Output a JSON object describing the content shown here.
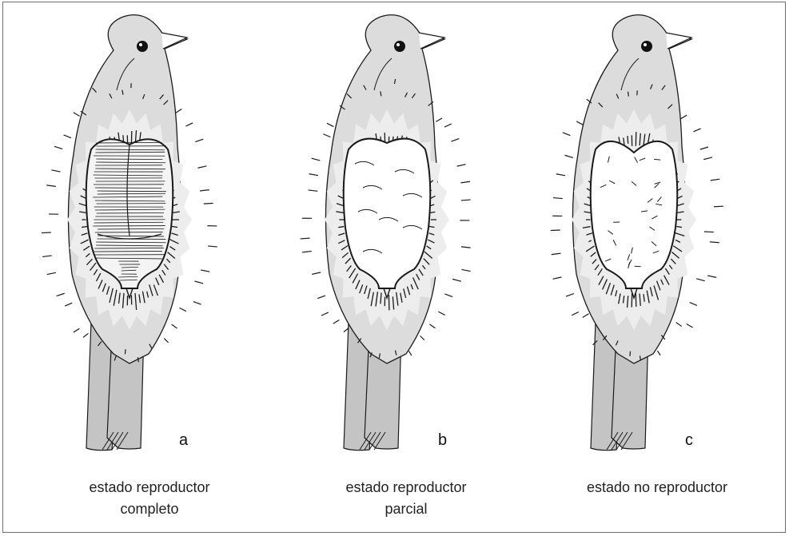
{
  "panels": [
    {
      "letter": "a",
      "caption_line1": "estado reproductor",
      "caption_line2": "completo",
      "state": "full"
    },
    {
      "letter": "b",
      "caption_line1": "estado reproductor",
      "caption_line2": "parcial",
      "state": "partial"
    },
    {
      "letter": "c",
      "caption_line1": "estado no reproductor",
      "caption_line2": "",
      "state": "none"
    }
  ],
  "colors": {
    "body": "#dcdcdc",
    "feather_light": "#ededed",
    "tail": "#c4c4c4",
    "outline": "#1a1a1a"
  }
}
